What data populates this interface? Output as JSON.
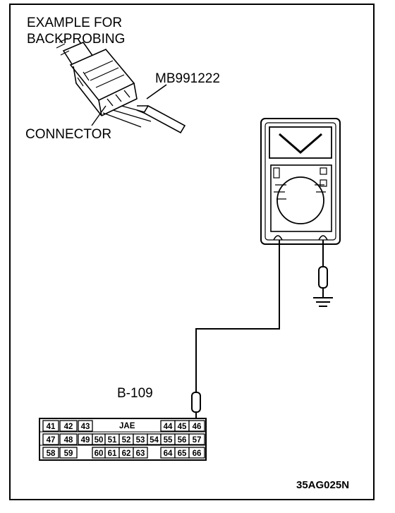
{
  "figure": {
    "caption_lines": [
      "EXAMPLE FOR",
      "BACKPROBING"
    ],
    "tool_label": "MB991222",
    "connector_label": "CONNECTOR",
    "connector_id": "B-109",
    "connector_brand": "JAE",
    "figure_code": "35AG025N",
    "colors": {
      "ink": "#000000",
      "paper": "#ffffff"
    },
    "icons": [
      "voltmeter-icon",
      "ground-icon",
      "probe-icon",
      "connector-icon"
    ],
    "terminals": {
      "row1": [
        "41",
        "42",
        "43",
        "44",
        "45",
        "46"
      ],
      "row2": [
        "47",
        "48",
        "49",
        "50",
        "51",
        "52",
        "53",
        "54",
        "55",
        "56",
        "57"
      ],
      "row3": [
        "58",
        "59",
        "60",
        "61",
        "62",
        "63",
        "64",
        "65",
        "66"
      ]
    }
  }
}
